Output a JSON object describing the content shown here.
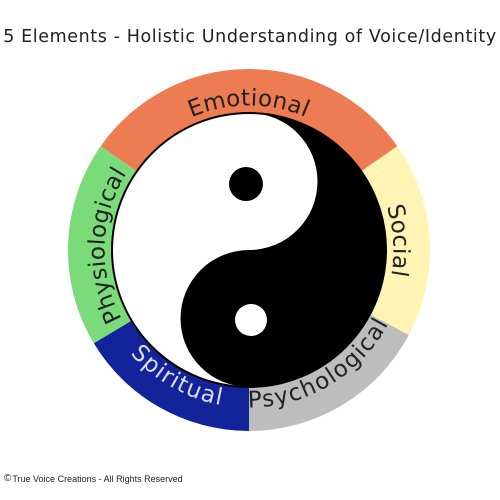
{
  "title": "5 Elements - Holistic Understanding of Voice/Identity",
  "elements": [
    {
      "label": "Emotional",
      "color": "#EE7C52",
      "text_color": "#222222"
    },
    {
      "label": "Social",
      "color": "#FFF4B4",
      "text_color": "#222222"
    },
    {
      "label": "Psychological",
      "color": "#BDBDBD",
      "text_color": "#222222"
    },
    {
      "label": "Spiritual",
      "color": "#13239A",
      "text_color": "#DCDCF0"
    },
    {
      "label": "Physiological",
      "color": "#7BDB7B",
      "text_color": "#222222"
    }
  ],
  "center_symbol": "yin-yang-icon",
  "footer": {
    "copyright_icon": "©",
    "text": "True Voice Creations -  All Rights Reserved"
  }
}
